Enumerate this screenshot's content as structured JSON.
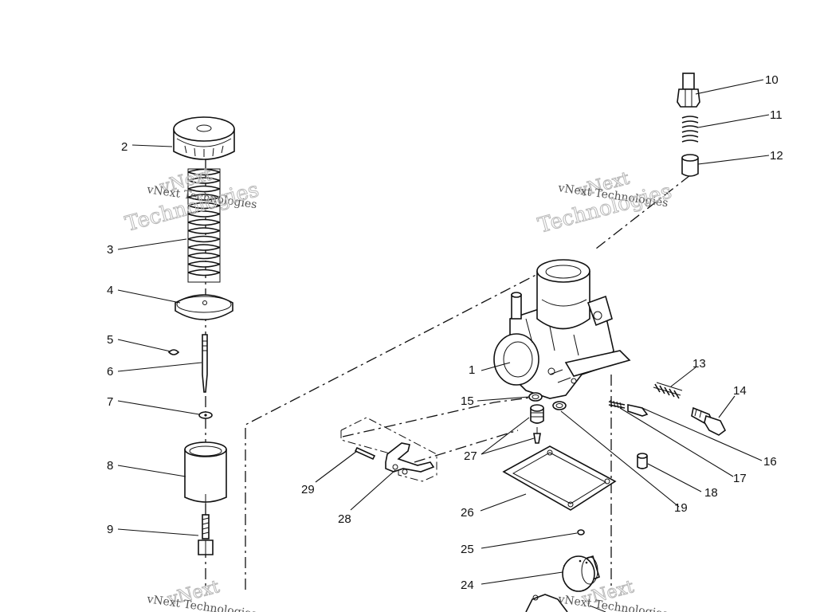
{
  "watermark": {
    "line1": "vNext",
    "line2": "vNext Technologies",
    "line3": "Technologies"
  },
  "callouts": {
    "c1": "1",
    "c2": "2",
    "c3": "3",
    "c4": "4",
    "c5": "5",
    "c6": "6",
    "c7": "7",
    "c8": "8",
    "c9": "9",
    "c10": "10",
    "c11": "11",
    "c12": "12",
    "c13": "13",
    "c14": "14",
    "c15": "15",
    "c16": "16",
    "c17": "17",
    "c18": "18",
    "c19": "19",
    "c24": "24",
    "c25": "25",
    "c26": "26",
    "c27": "27",
    "c28": "28",
    "c29": "29"
  }
}
